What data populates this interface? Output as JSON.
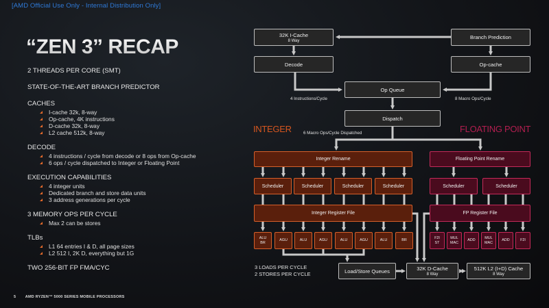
{
  "banner": "[AMD Official Use Only - Internal Distribution Only]",
  "title": "“ZEN 3” RECAP",
  "left_sections": [
    {
      "heading": "2 THREADS PER CORE (SMT)",
      "bullets": []
    },
    {
      "heading": "STATE-OF-THE-ART BRANCH PREDICTOR",
      "bullets": []
    },
    {
      "heading": "CACHES",
      "bullets": [
        "I-cache 32k, 8-way",
        "Op-cache, 4K instructions",
        "D-cache 32k, 8-way",
        "L2 cache 512k, 8-way"
      ]
    },
    {
      "heading": "DECODE",
      "bullets": [
        "4 instructions / cycle from decode or 8 ops from Op-cache",
        "6 ops / cycle dispatched to Integer or Floating Point"
      ]
    },
    {
      "heading": "EXECUTION CAPABILITIES",
      "bullets": [
        "4 integer units",
        "Dedicated branch and store data units",
        "3 address generations per cycle"
      ]
    },
    {
      "heading": "3 MEMORY OPS PER CYCLE",
      "bullets": [
        "Max 2 can be stores"
      ]
    },
    {
      "heading": "TLBs",
      "bullets": [
        "L1 64 entries I & D, all page sizes",
        "L2  512 I, 2K D, everything but 1G"
      ]
    },
    {
      "heading": "TWO 256-BIT FP FMA/CYC",
      "bullets": []
    }
  ],
  "footer": {
    "page": "5",
    "text": "AMD RYZEN™ 5000 SERIES MOBILE PROCESSORS"
  },
  "diagram": {
    "icache": {
      "title": "32K I-Cache",
      "sub": "8 Way"
    },
    "branch": "Branch Prediction",
    "decode": "Decode",
    "opcache": "Op-cache",
    "opqueue": "Op Queue",
    "dispatch": "Dispatch",
    "lbl_4instr": "4 Instructions/Cycle",
    "lbl_8macro": "8 Macro Ops/Cycle",
    "lbl_6macro": "6 Macro Ops/Cycle Dispatched",
    "integer_label": "INTEGER",
    "fp_label": "FLOATING POINT",
    "int_rename": "Integer Rename",
    "fp_rename": "Floating Point Rename",
    "int_schedulers": [
      "Scheduler",
      "Scheduler",
      "Scheduler",
      "Scheduler"
    ],
    "fp_schedulers": [
      "Scheduler",
      "Scheduler"
    ],
    "int_regfile": "Integer Register File",
    "fp_regfile": "FP Register File",
    "int_units": [
      [
        "ALU",
        "BR"
      ],
      [
        "AGU"
      ],
      [
        "ALU"
      ],
      [
        "AGU"
      ],
      [
        "ALU"
      ],
      [
        "AGU"
      ],
      [
        "ALU"
      ],
      [
        "BR"
      ]
    ],
    "fp_units": [
      [
        "F2I",
        "ST"
      ],
      [
        "MUL",
        "MAC"
      ],
      [
        "ADD"
      ],
      [
        "MUL",
        "MAC"
      ],
      [
        "ADD"
      ],
      [
        "F2I"
      ]
    ],
    "loads": "3 LOADS PER CYCLE",
    "stores": "2 STORES PER CYCLE",
    "lsq": "Load/Store Queues",
    "dcache": {
      "title": "32K D-Cache",
      "sub": "8 Way"
    },
    "l2": {
      "title": "512K L2 (I+D) Cache",
      "sub": "8 Way"
    },
    "colors": {
      "integer": "#d8602a",
      "fp": "#c62a5a",
      "wire": "#c8c8c8"
    }
  }
}
